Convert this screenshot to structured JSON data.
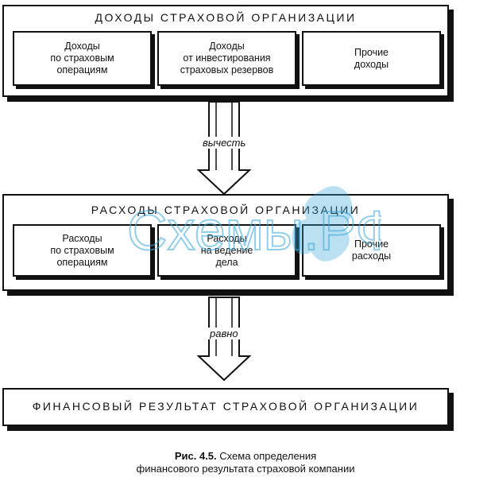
{
  "income": {
    "title": "Доходы страховой организации",
    "items": [
      {
        "label": "Доходы\nпо страховым\nоперациям"
      },
      {
        "label": "Доходы\nот инвестирования\nстраховых резервов"
      },
      {
        "label": "Прочие\nдоходы"
      }
    ]
  },
  "connector_subtract": {
    "label": "вычесть"
  },
  "expenses": {
    "title": "Расходы страховой организации",
    "items": [
      {
        "label": "Расходы\nпо страховым\nоперациям"
      },
      {
        "label": "Расходы\nна ведение\nдела"
      },
      {
        "label": "Прочие\nрасходы"
      }
    ]
  },
  "connector_equals": {
    "label": "равно"
  },
  "result": {
    "title": "Финансовый результат страховой организации"
  },
  "caption": {
    "figure_number": "Рис. 4.5.",
    "line1": "Схема определения",
    "line2": "финансового результата страховой компании"
  },
  "watermark": {
    "text": "Схемы.РФ",
    "color": "#3aa6d8"
  }
}
